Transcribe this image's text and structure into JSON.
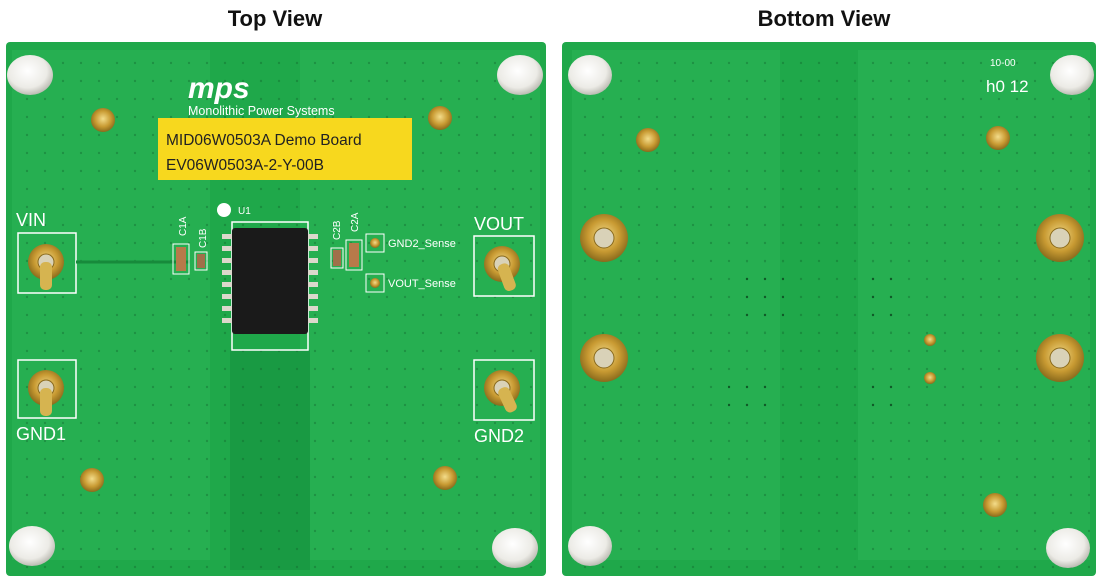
{
  "views": {
    "top": {
      "title": "Top View",
      "logo_text": "mps",
      "company": "Monolithic Power Systems",
      "label_line1": "MID06W0503A Demo Board",
      "label_line2": "EV06W0503A-2-Y-00B",
      "silkscreen": {
        "vin": "VIN",
        "vout": "VOUT",
        "gnd1": "GND1",
        "gnd2": "GND2",
        "u1": "U1",
        "c1a": "C1A",
        "c1b": "C1B",
        "c2a": "C2A",
        "c2b": "C2B",
        "gnd2_sense": "GND2_Sense",
        "vout_sense": "VOUT_Sense"
      }
    },
    "bottom": {
      "title": "Bottom View",
      "marking_line1": "10-00",
      "marking_line2": "h0 12"
    }
  },
  "colors": {
    "pcb_green": "#1fa84a",
    "pcb_light": "#2fb85a",
    "gold": "#c8a23a",
    "label_yellow": "#f7d81e",
    "chip_black": "#1a1a1a"
  }
}
